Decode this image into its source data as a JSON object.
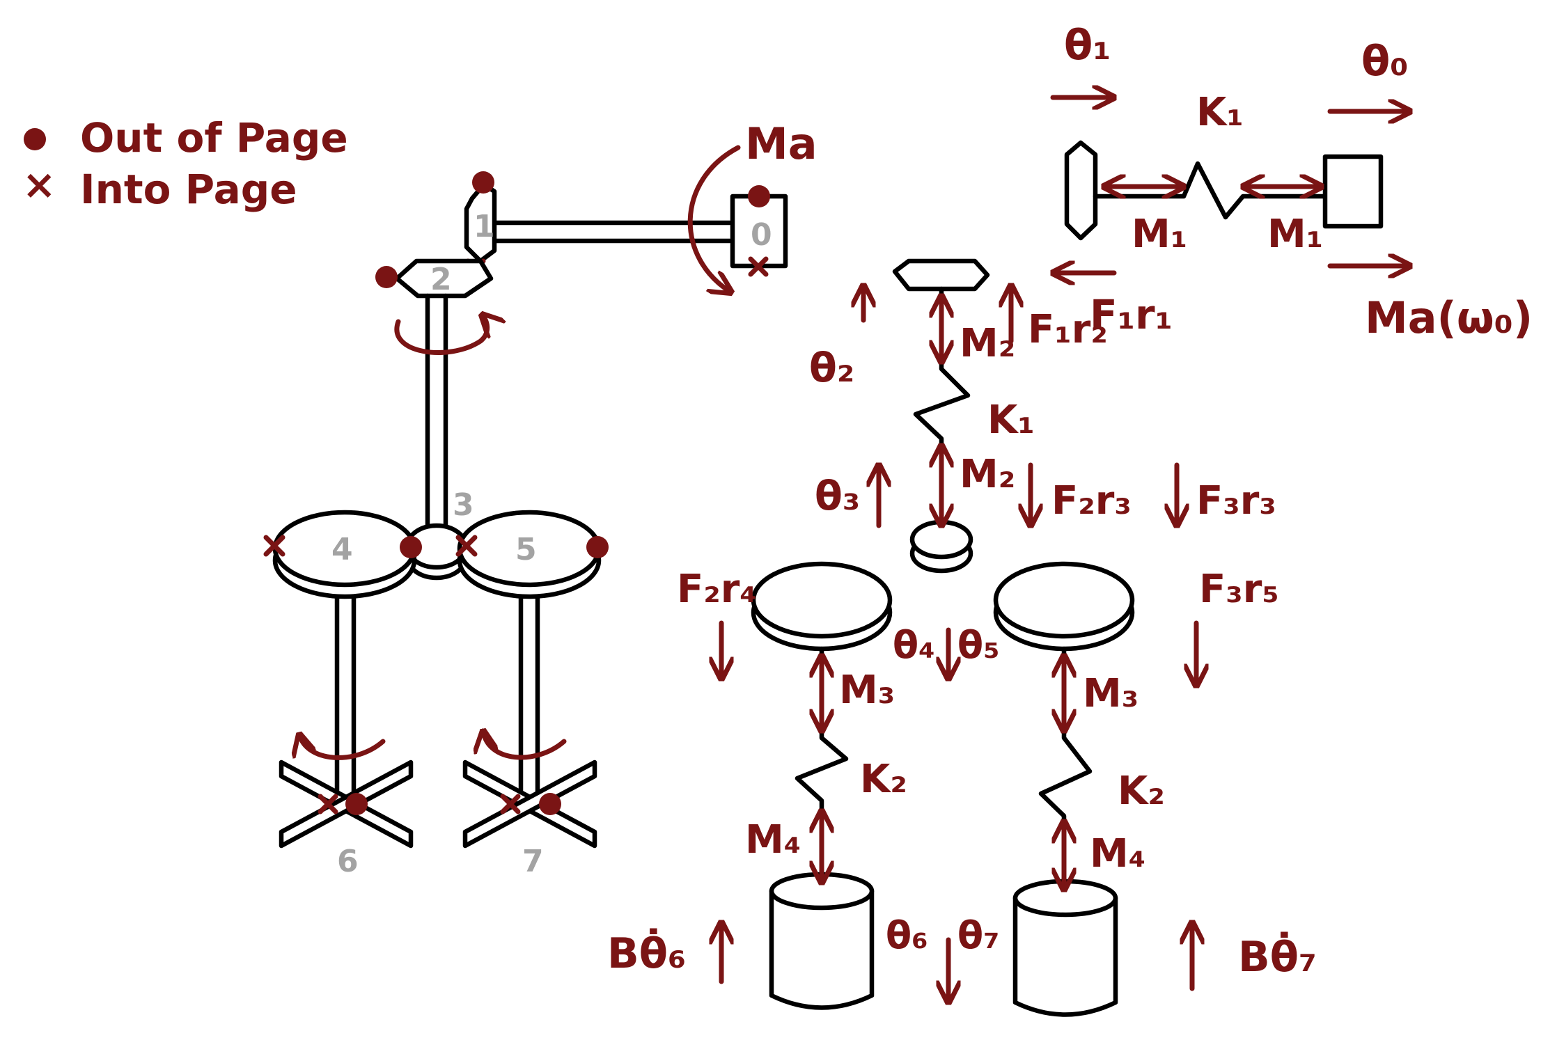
{
  "colors": {
    "accent": "#7a1414",
    "stroke": "#000000",
    "node_number": "#a3a3a3"
  },
  "legend": {
    "out_of_page": "Out of Page",
    "into_page": "Into Page",
    "into_symbol": "×"
  },
  "node_numbers": {
    "n0": "0",
    "n1": "1",
    "n2": "2",
    "n3": "3",
    "n4": "4",
    "n5": "5",
    "n6": "6",
    "n7": "7"
  },
  "labels": {
    "Ma": "Ma",
    "theta1": "θ₁",
    "theta0": "θ₀",
    "K1_top": "K₁",
    "M1_left": "M₁",
    "M1_right": "M₁",
    "Ma_omega0": "Ma(ω₀)",
    "F1r1": "F₁r₁",
    "F1r2": "F₁r₂",
    "theta2": "θ₂",
    "M2_top": "M₂",
    "K1_mid": "K₁",
    "M2_bottom": "M₂",
    "theta3": "θ₃",
    "F2r3": "F₂r₃",
    "F3r3": "F₃r₃",
    "F2r4": "F₂r₄",
    "F3r5": "F₃r₅",
    "theta4": "θ₄",
    "theta5": "θ₅",
    "M3_left": "M₃",
    "M3_right": "M₃",
    "K2_left": "K₂",
    "K2_right": "K₂",
    "M4_left": "M₄",
    "M4_right": "M₄",
    "Btheta6": "Bθ̇₆",
    "Btheta7": "Bθ̇₇",
    "theta6": "θ₆",
    "theta7": "θ₇"
  }
}
